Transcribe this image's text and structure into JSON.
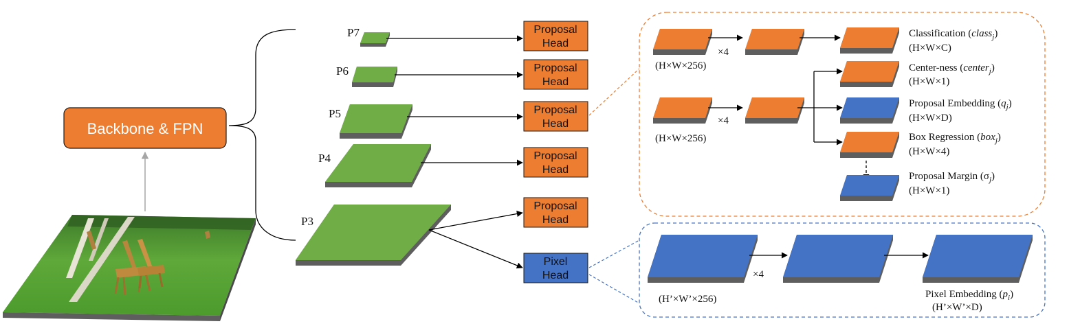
{
  "backbone_label": "Backbone & FPN",
  "fpn_levels": [
    {
      "id": "p7",
      "label": "P7"
    },
    {
      "id": "p6",
      "label": "P6"
    },
    {
      "id": "p5",
      "label": "P5"
    },
    {
      "id": "p4",
      "label": "P4"
    },
    {
      "id": "p3",
      "label": "P3"
    }
  ],
  "proposal_head": {
    "line1": "Proposal",
    "line2": "Head"
  },
  "pixel_head": {
    "line1": "Pixel",
    "line2": "Head"
  },
  "proposal_detail": {
    "input_dim": "(H×W×256)",
    "repeat": "×4",
    "outputs": [
      {
        "id": "classification",
        "name": "Classification",
        "symbol": "class",
        "sub": "j",
        "dim": "(H×W×C)"
      },
      {
        "id": "centerness",
        "name": "Center-ness",
        "symbol": "center",
        "sub": "j",
        "dim": "(H×W×1)"
      },
      {
        "id": "proposal-embedding",
        "name": "Proposal Embedding",
        "symbol": "q",
        "sub": "j",
        "dim": "(H×W×D)"
      },
      {
        "id": "box-regression",
        "name": "Box Regression",
        "symbol": "box",
        "sub": "j",
        "dim": "(H×W×4)"
      },
      {
        "id": "proposal-margin",
        "name": "Proposal Margin",
        "symbol": "σ",
        "sub": "j",
        "dim": "(H×W×1)"
      }
    ]
  },
  "pixel_detail": {
    "input_dim": "(H’×W’×256)",
    "repeat": "×4",
    "output": {
      "name": "Pixel Embedding",
      "symbol": "p",
      "sub": "i",
      "dim": "(H’×W’×D)"
    }
  },
  "colors": {
    "orange": "#ED7D31",
    "blue": "#4472C4",
    "green": "#70AD47",
    "plate_side": "#5E5E5E",
    "proposal_border": "#ED7D31",
    "pixel_border": "#4472C4"
  }
}
